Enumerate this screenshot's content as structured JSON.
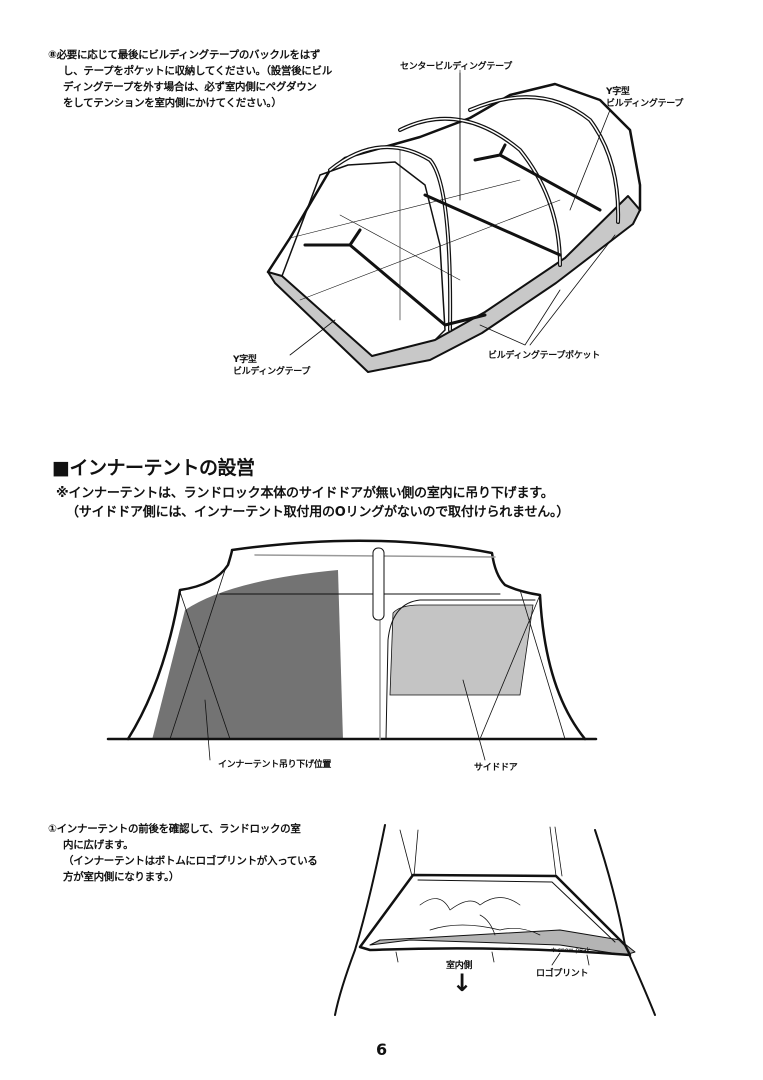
{
  "page": {
    "page_number": "6"
  },
  "step8": {
    "lines": [
      "⑧必要に応じて最後にビルディングテープのバックルをはず",
      "し、テープをポケットに収納してください。（設営後にビル",
      "ディングテープを外す場合は、必ず室内側にペグダウン",
      "をしてテンションを室内側にかけてください。）"
    ]
  },
  "figure1": {
    "labels": {
      "center_tape": "センタービルディングテープ",
      "y_tape_right_1": "Y字型",
      "y_tape_right_2": "ビルディングテープ",
      "y_tape_left_1": "Y字型",
      "y_tape_left_2": "ビルディングテープ",
      "tape_pocket": "ビルディングテープポケット"
    },
    "colors": {
      "floor_band": "#c8c8c8",
      "outline": "#111111"
    }
  },
  "section": {
    "title": "■インナーテントの設営",
    "notes": [
      "※インナーテントは、ランドロック本体のサイドドアが無い側の室内に吊り下げます。",
      "（サイドドア側には、インナーテント取付用のOリングがないので取付けられません。）"
    ]
  },
  "figure2": {
    "labels": {
      "inner_tent_position": "インナーテント吊り下げ位置",
      "side_door": "サイドドア"
    },
    "colors": {
      "inner_area": "#737373",
      "side_door": "#c4c4c4"
    }
  },
  "step1": {
    "lines": [
      "①インナーテントの前後を確認して、ランドロックの室",
      "内に広げます。",
      "（インナーテントはボトムにロゴプリントが入っている",
      "方が室内側になります。）"
    ]
  },
  "figure3": {
    "labels": {
      "indoor_side": "室内側",
      "logo_print": "ロゴプリント"
    },
    "arrow_icon": "↓",
    "colors": {
      "bottom_band": "#b4b4b4"
    }
  }
}
